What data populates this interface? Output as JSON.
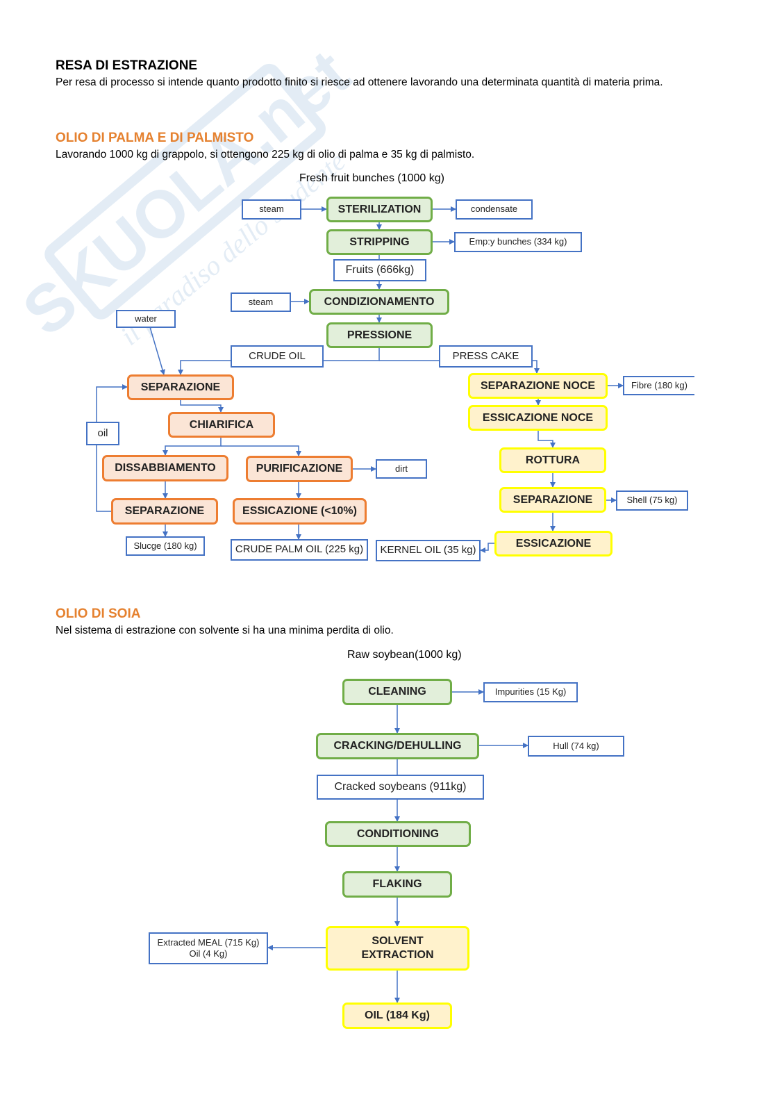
{
  "header": {
    "title": "RESA DI ESTRAZIONE",
    "intro": "Per resa di processo si intende quanto prodotto finito si riesce ad ottenere lavorando una determinata quantità di materia prima."
  },
  "watermark": {
    "brand": "SKUOLA.net",
    "tagline": "il paradiso dello studente"
  },
  "palm": {
    "title": "OLIO DI PALMA E DI PALMISTO",
    "text": "Lavorando 1000 kg di grappolo, si ottengono 225 kg di olio di palma e 35 kg di palmisto.",
    "input": "Fresh fruit bunches (1000 kg)",
    "steam1": "steam",
    "sterilization": "STERILIZATION",
    "condensate": "condensate",
    "stripping": "STRIPPING",
    "empty_bunches": "Emp:y bunches (334 kg)",
    "fruits": "Fruits (666kg)",
    "steam2": "steam",
    "condizionamento": "CONDIZIONAMENTO",
    "water": "water",
    "pressione": "PRESSIONE",
    "crude_oil": "CRUDE OIL",
    "press_cake": "PRESS CAKE",
    "separazione1": "SEPARAZIONE",
    "oil": "oil",
    "chiarifica": "CHIARIFICA",
    "dissabbiamento": "DISSABBIAMENTO",
    "purificazione": "PURIFICAZIONE",
    "dirt": "dirt",
    "separazione2": "SEPARAZIONE",
    "essicazione_oil": "ESSICAZIONE (<10%)",
    "sludge": "Slucge (180 kg)",
    "crude_palm_oil": "CRUDE PALM OIL (225 kg)",
    "separazione_noce": "SEPARAZIONE NOCE",
    "fibre": "Fibre (180 kg)",
    "essicazione_noce": "ESSICAZIONE NOCE",
    "rottura": "ROTTURA",
    "separazione3": "SEPARAZIONE",
    "shell": "Shell (75 kg)",
    "essicazione3": "ESSICAZIONE",
    "kernel_oil": "KERNEL OIL (35 kg)"
  },
  "soy": {
    "title": "OLIO DI SOIA",
    "text": "Nel sistema di estrazione con solvente si ha una minima perdita di olio.",
    "input": "Raw soybean(1000 kg)",
    "cleaning": "CLEANING",
    "impurities": "Impurities (15 Kg)",
    "cracking": "CRACKING/DEHULLING",
    "hull": "Hull (74 kg)",
    "cracked": "Cracked soybeans (911kg)",
    "conditioning": "CONDITIONING",
    "flaking": "FLAKING",
    "solvent_1": "SOLVENT",
    "solvent_2": "EXTRACTION",
    "meal_1": "Extracted MEAL (715 Kg)",
    "meal_2": "Oil (4 Kg)",
    "oil_out": "OIL (184 Kg)"
  },
  "colors": {
    "green_fill": "#e2efda",
    "green_border": "#70ad47",
    "orange_fill": "#fbe5d6",
    "orange_border": "#ed7d31",
    "yellow_fill": "#fff2cc",
    "yellow_border": "#ffff00",
    "blue_border": "#4472c4",
    "section_title": "#e5812f"
  }
}
